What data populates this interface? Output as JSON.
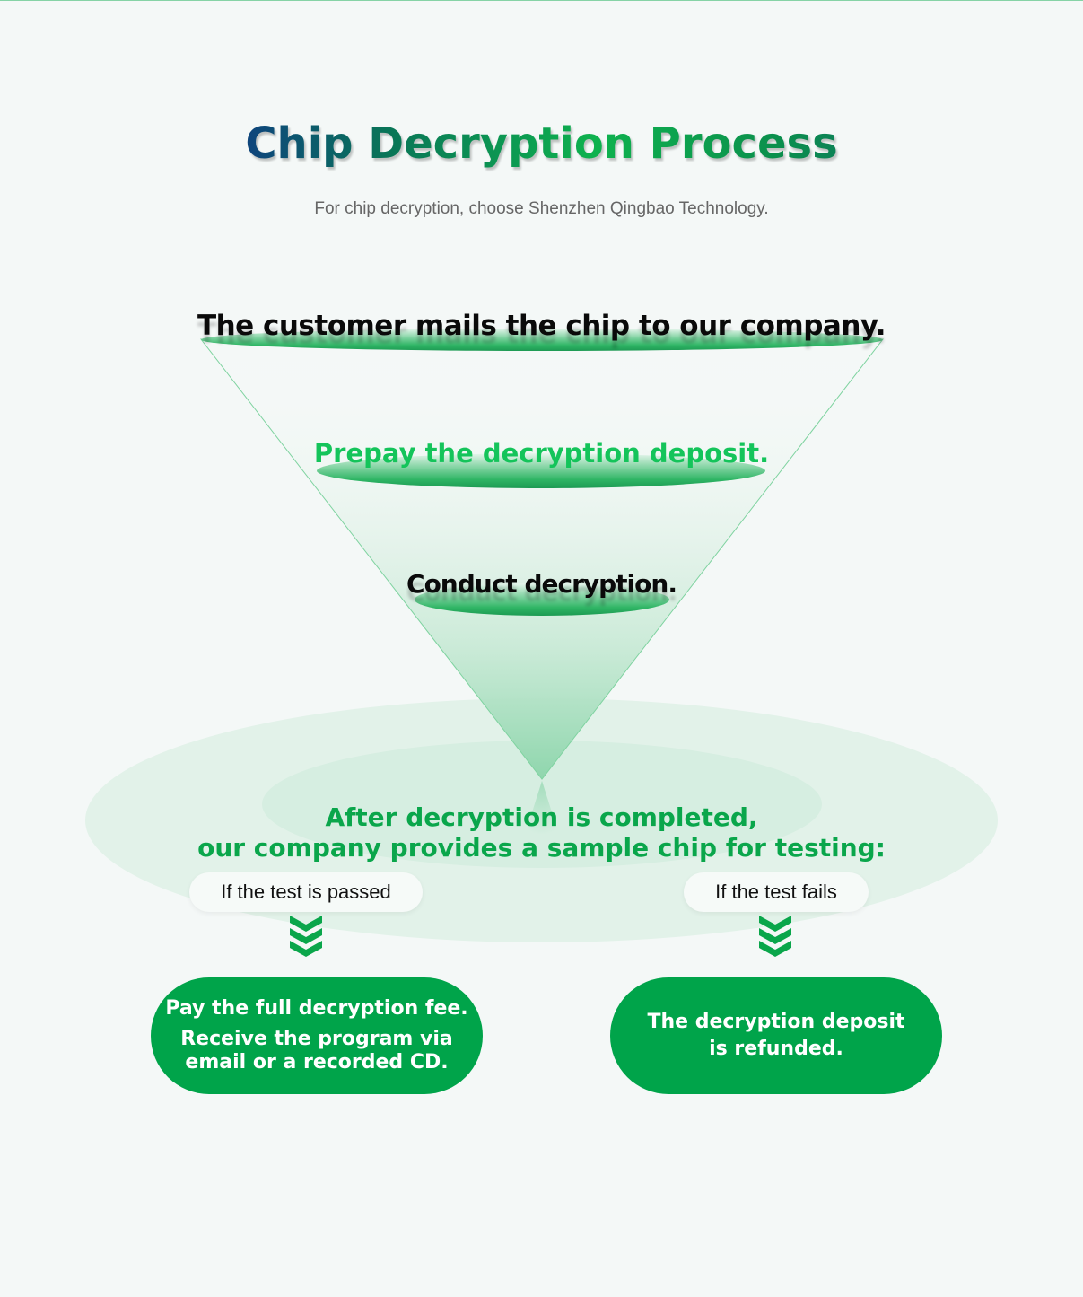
{
  "header": {
    "title": "Chip Decryption Process",
    "subtitle": "For chip decryption, choose Shenzhen Qingbao Technology."
  },
  "funnel": {
    "steps": [
      {
        "label": "The customer mails the chip to our company."
      },
      {
        "label": "Prepay the decryption deposit."
      },
      {
        "label": "Conduct decryption."
      }
    ]
  },
  "result": {
    "line1": "After decryption is completed,",
    "line2": "our company provides a sample chip for testing:"
  },
  "branches": {
    "pass": {
      "condition": "If the test is passed",
      "outcome_line1": "Pay the full decryption fee.",
      "outcome_line2": "Receive the program via",
      "outcome_line3": "email or a recorded CD."
    },
    "fail": {
      "condition": "If the test fails",
      "outcome_line1": "The decryption deposit",
      "outcome_line2": "is refunded."
    }
  },
  "colors": {
    "primary_green": "#00a44a",
    "accent_green": "#14c45a",
    "title_blue": "#0f3a84",
    "background": "#f4f8f7"
  }
}
